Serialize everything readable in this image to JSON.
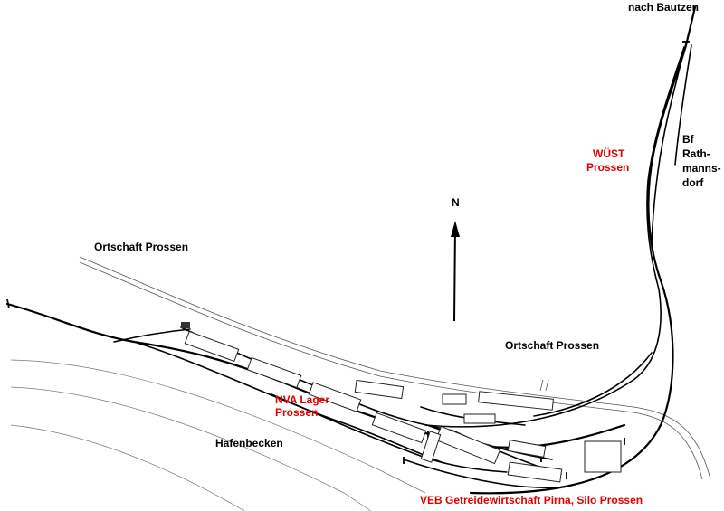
{
  "labels": {
    "nach_bautzen": "nach Bautzen",
    "bf_rathmannsdorf": [
      "Bf",
      "Rath-",
      "manns-",
      "dorf"
    ],
    "wuest_prossen": [
      "WÜST",
      "Prossen"
    ],
    "north": "N",
    "ortschaft_prossen_top": "Ortschaft Prossen",
    "ortschaft_prossen_right": "Ortschaft Prossen",
    "nva_lager": [
      "NVA Lager",
      "Prossen"
    ],
    "hafenbecken": "Hafenbecken",
    "veb_silo": "VEB Getreidewirtschaft Pirna, Silo Prossen"
  },
  "colors": {
    "label_black": "#000000",
    "label_red": "#e00000",
    "track": "#000000",
    "road": "#555555",
    "shoreline": "#777777"
  },
  "icons": {
    "north_arrow": "north-arrow-icon"
  }
}
